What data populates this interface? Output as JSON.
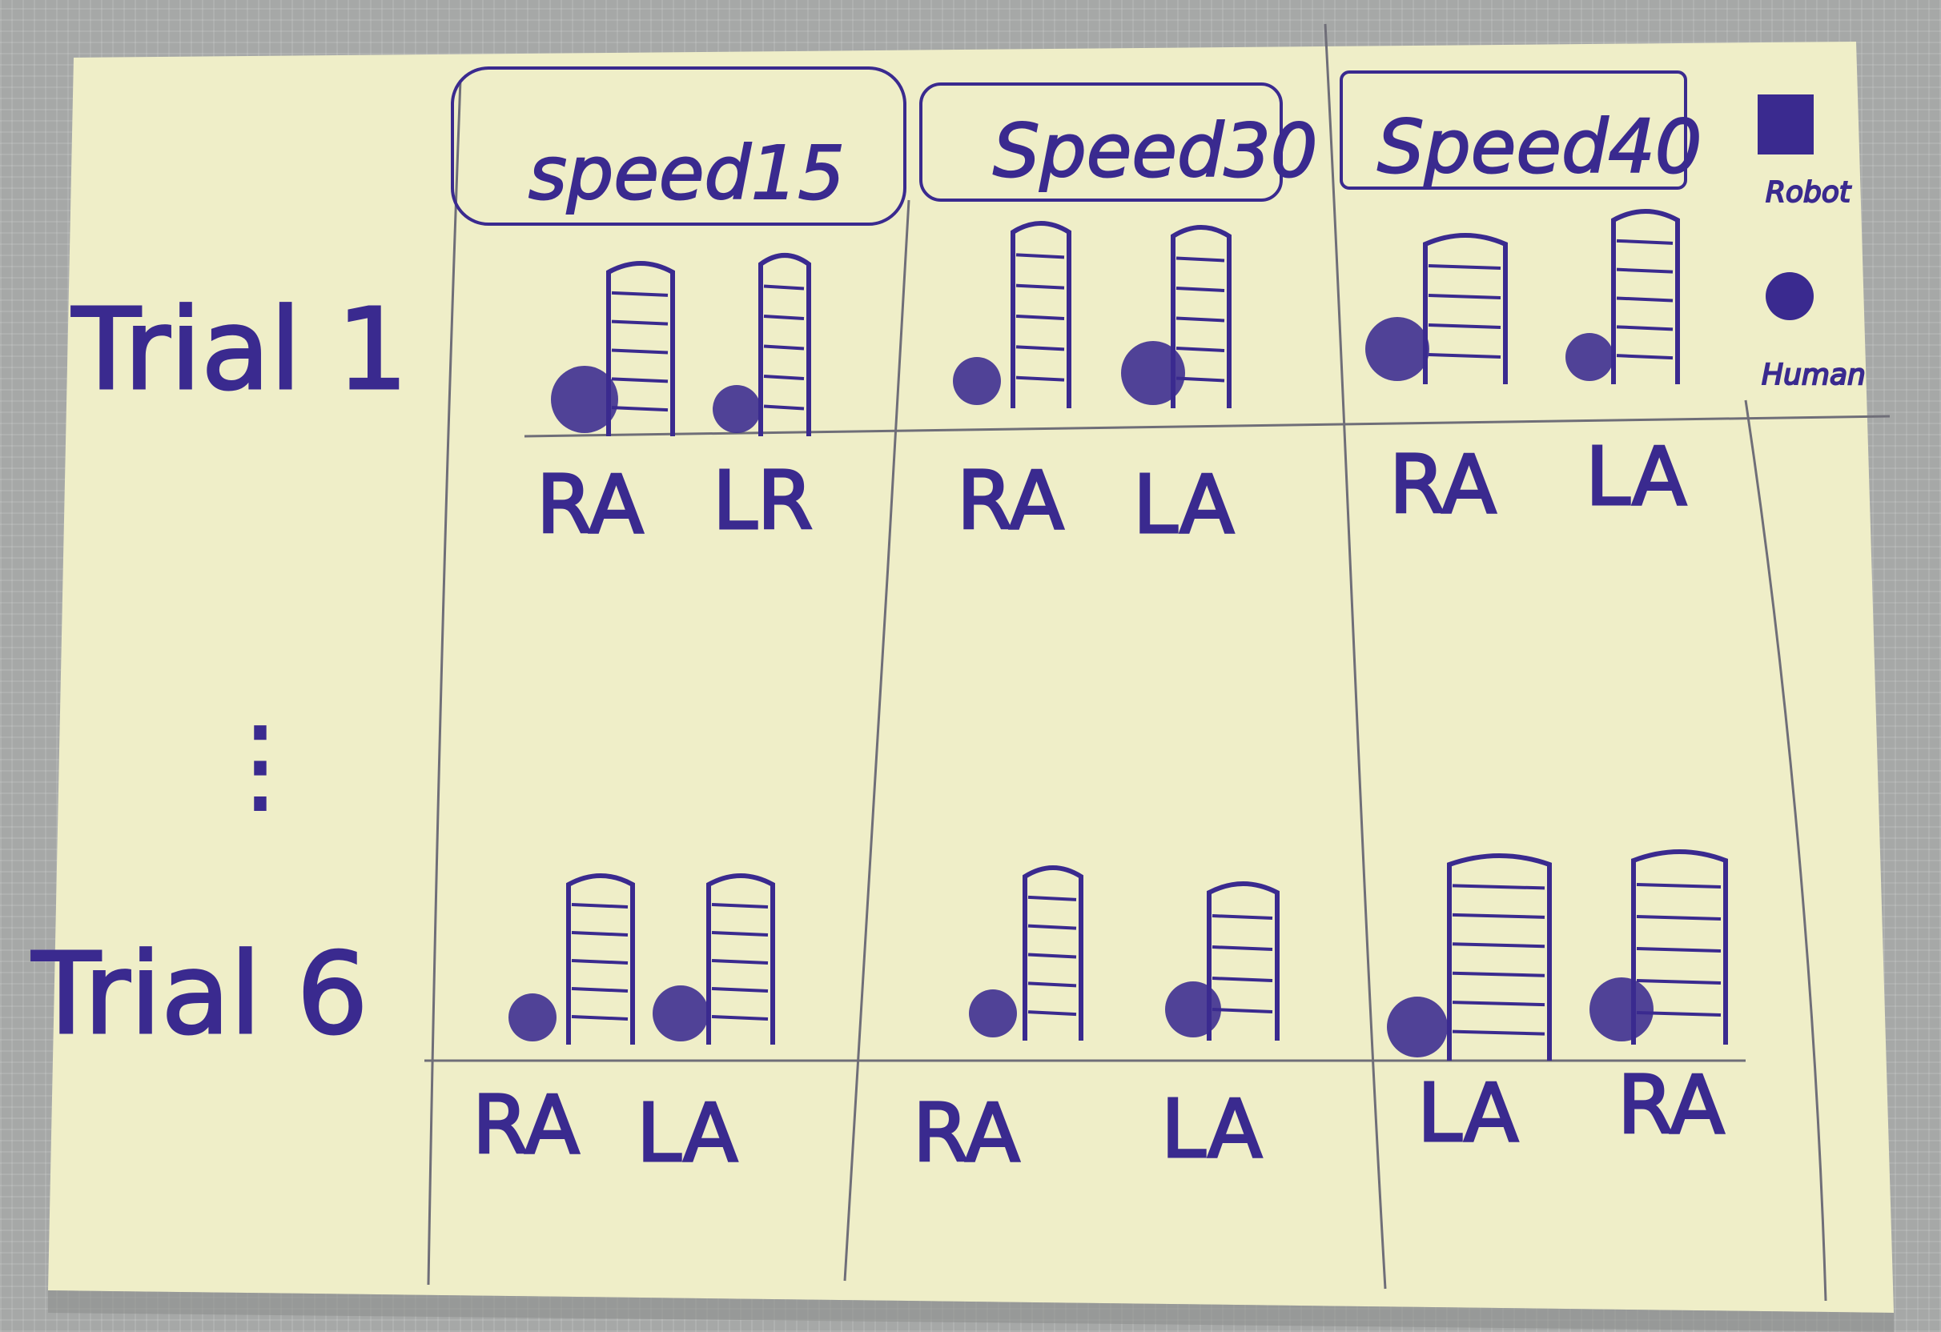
{
  "colors": {
    "paper": "#efeec8",
    "ink": "#3a2a8f",
    "pencil": "#6f6e78",
    "backdrop": "#a6a8a7"
  },
  "columns": [
    {
      "header": "speed15"
    },
    {
      "header": "Speed30"
    },
    {
      "header": "Speed40"
    }
  ],
  "legend": {
    "robot_label": "Robot",
    "robot_icon": "robot-icon",
    "human_label": "Human",
    "human_icon": "human-icon"
  },
  "rows": [
    {
      "label": "Trial 1",
      "cells": [
        {
          "a": "RA",
          "b": "LR"
        },
        {
          "a": "RA",
          "b": "LA"
        },
        {
          "a": "RA",
          "b": "LA"
        }
      ]
    },
    {
      "label": "Trial 6",
      "cells": [
        {
          "a": "RA",
          "b": "LA"
        },
        {
          "a": "RA",
          "b": "LA"
        },
        {
          "a": "LA",
          "b": "RA"
        }
      ]
    }
  ],
  "ellipsis": "⋮"
}
